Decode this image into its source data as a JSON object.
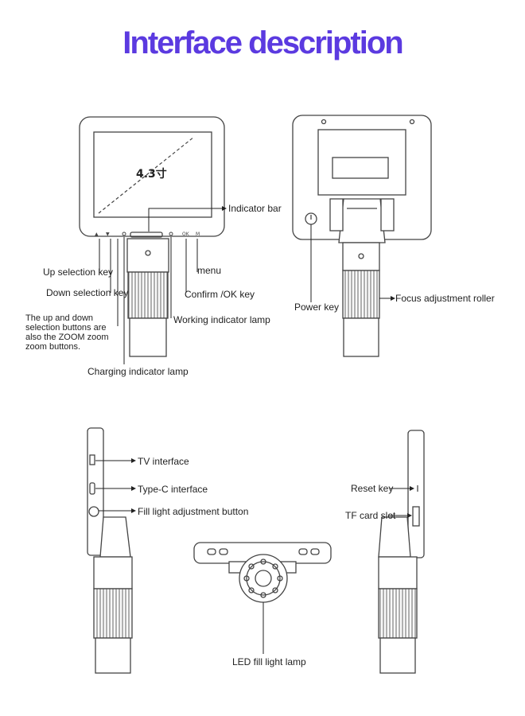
{
  "title": "Interface description",
  "screen_size_text": "4.3寸",
  "labels": {
    "indicator_bar": "Indicator bar",
    "up_selection_key": "Up selection key",
    "menu": "menu",
    "down_selection_key": "Down selection key",
    "confirm_ok_key": "Confirm /OK key",
    "zoom_note": "The up and down selection buttons are also the ZOOM zoom zoom buttons.",
    "working_indicator_lamp": "Working indicator lamp",
    "charging_indicator_lamp": "Charging indicator lamp",
    "power_key": "Power key",
    "focus_adjustment_roller": "Focus adjustment roller",
    "tv_interface": "TV interface",
    "type_c_interface": "Type-C interface",
    "fill_light_adjustment_button": "Fill light adjustment button",
    "reset_key": "Reset key",
    "tf_card_slot": "TF card slot",
    "led_fill_light_lamp": "LED fill light lamp"
  },
  "button_marks": {
    "up": "▲",
    "down": "▼",
    "ok": "OK",
    "menu": "M"
  },
  "colors": {
    "title": "#5b3ae0",
    "line": "#333333"
  }
}
